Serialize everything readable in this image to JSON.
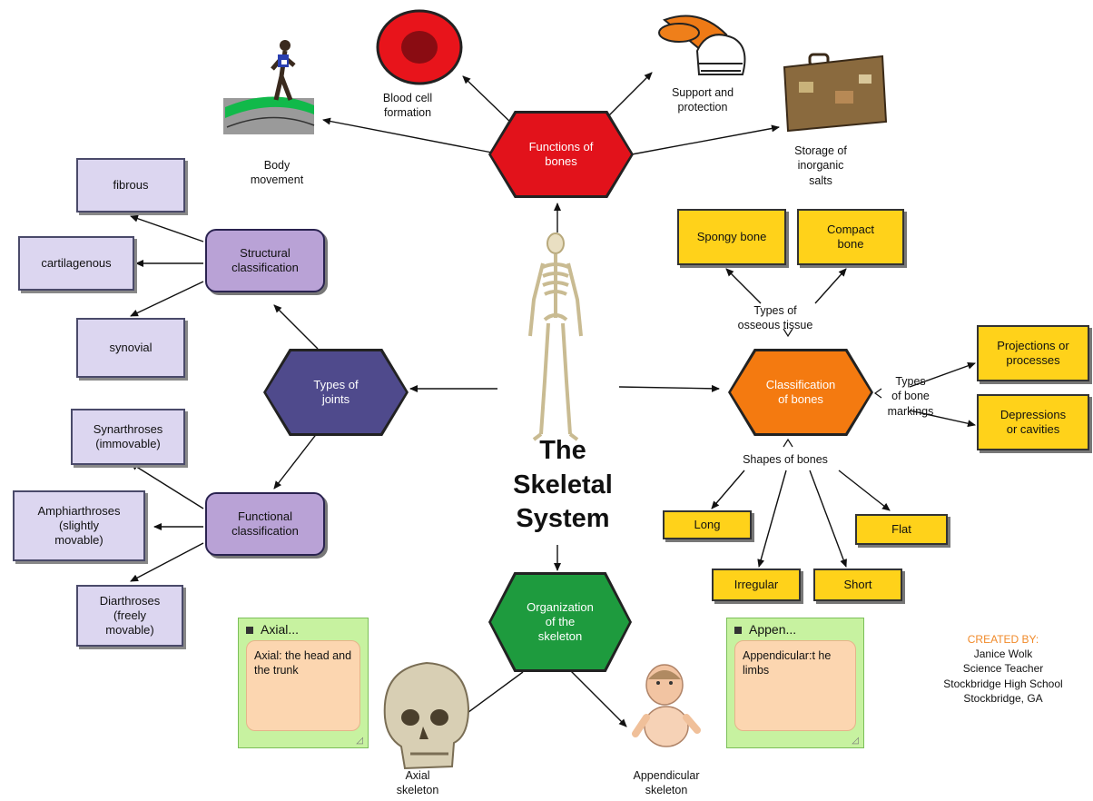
{
  "title": "The\nSkeletal\nSystem",
  "colors": {
    "functions_hex": "#e2121b",
    "joints_hex": "#4f4a8c",
    "classification_hex": "#f47a10",
    "organization_hex": "#1e9b3e",
    "box_yellow": "#ffd21a",
    "box_lavender": "#dcd6f0",
    "box_purple": "#b9a2d6",
    "credit_accent": "#f08a2a"
  },
  "functions": {
    "hub": "Functions of\nbones",
    "blood": "Blood cell\nformation",
    "support": "Support and\nprotection",
    "storage": "Storage of\ninorganic\nsalts",
    "movement": "Body\nmovement"
  },
  "joints": {
    "hub": "Types of\njoints",
    "structural": "Structural\nclassification",
    "fibrous": "fibrous",
    "cartilagenous": "cartilagenous",
    "synovial": "synovial",
    "functional": "Functional\nclassification",
    "synarthroses": "Synarthroses\n(immovable)",
    "amphiarthroses": "Amphiarthroses\n(slightly\nmovable)",
    "diarthroses": "Diarthroses\n(freely\nmovable)"
  },
  "classification": {
    "hub": "Classification\nof bones",
    "osseous_label": "Types of\nosseous tissue",
    "spongy": "Spongy bone",
    "compact": "Compact\nbone",
    "markings_label": "Types\nof bone\nmarkings",
    "projections": "Projections or\nprocesses",
    "depressions": "Depressions\nor cavities",
    "shapes_label": "Shapes of bones",
    "long": "Long",
    "irregular": "Irregular",
    "short": "Short",
    "flat": "Flat"
  },
  "organization": {
    "hub": "Organization\nof the\nskeleton",
    "axial_label": "Axial\nskeleton",
    "appendicular_label": "Appendicular\nskeleton",
    "axial_note_title": "Axial...",
    "axial_note_text": "Axial: the head and the trunk",
    "appen_note_title": "Appen...",
    "appen_note_text": "Appendicular:t he limbs"
  },
  "credits": {
    "heading": "CREATED BY:",
    "name": "Janice Wolk",
    "role": "Science Teacher",
    "school": "Stockbridge High School",
    "location": "Stockbridge, GA"
  },
  "icons": [
    "skeleton-icon",
    "red-blood-cell-icon",
    "football-helmet-icon",
    "suitcase-icon",
    "runner-icon",
    "skull-icon",
    "baby-icon"
  ]
}
